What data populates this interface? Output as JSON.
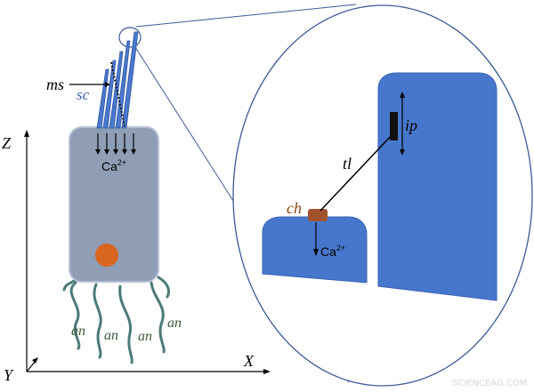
{
  "labels": {
    "ms": "ms",
    "sc": "sc",
    "ca_main": "Ca",
    "ca_main_sup": "2+",
    "an": "an",
    "axis_z": "Z",
    "axis_y": "Y",
    "axis_x": "X",
    "tl": "tl",
    "ip": "ip",
    "ch": "ch",
    "ca_zoom": "Ca",
    "ca_zoom_sup": "2+"
  },
  "watermark": "SCIENCEAG.COM",
  "colors": {
    "cell_body": "#8f9db5",
    "cell_outline": "#b7c2d4",
    "stereocilia": "#4a78cc",
    "nucleus": "#d9651f",
    "afferent_nerve": "#4a7b78",
    "an_label": "#3a5a3a",
    "sc_label": "#3a62b5",
    "zoom_block": "#4777cc",
    "channel": "#a0522d",
    "ch_label": "#8b4513",
    "zoom_outline": "#3b5998",
    "insertion_plaque": "#111111",
    "watermark": "#d6d6d6"
  }
}
